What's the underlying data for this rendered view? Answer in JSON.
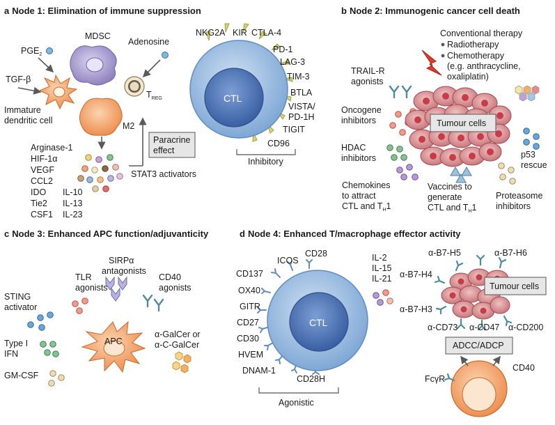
{
  "panels": {
    "a": {
      "letter": "a",
      "title": "Node 1: Elimination of immune suppression",
      "pge2": "PGE",
      "pge2_sub": "2",
      "tgfb": "TGF-β",
      "imm_dc_1": "Immature",
      "imm_dc_2": "dendritic cell",
      "mdsc": "MDSC",
      "adenosine": "Adenosine",
      "treg": "T",
      "treg_sub": "REG",
      "m2": "M2",
      "paracrine_1": "Paracrine",
      "paracrine_2": "effect",
      "stat3": "STAT3 activators",
      "factors_col1": [
        "Arginase-1",
        "HIF-1α",
        "VEGF",
        "CCL2",
        "IDO",
        "Tie2",
        "CSF1"
      ],
      "factors_col2": [
        "IL-10",
        "IL-13",
        "IL-23"
      ],
      "cell_label": "CTL",
      "receptors_left": [
        "NKG2A",
        "KIR"
      ],
      "receptors_right": [
        "CTLA-4",
        "PD-1",
        "LAG-3",
        "TIM-3",
        "BTLA",
        "VISTA/",
        "PD-1H",
        "TIGIT",
        "CD96"
      ],
      "inhibitory": "Inhibitory"
    },
    "b": {
      "letter": "b",
      "title": "Node 2: Immunogenic cancer cell death",
      "conv_therapy": "Conventional therapy",
      "radio": "Radiotherapy",
      "chemo": "Chemotherapy",
      "chemo_eg_1": "(e.g. anthracycline,",
      "chemo_eg_2": "oxaliplatin)",
      "trail_1": "TRAIL-R",
      "trail_2": "agonists",
      "oncogene_1": "Oncogene",
      "oncogene_2": "inhibitors",
      "hdac_1": "HDAC",
      "hdac_2": "inhibitors",
      "tumour": "Tumour cells",
      "p53_1": "p53",
      "p53_2": "rescue",
      "chemokines_1": "Chemokines",
      "chemokines_2": "to attract",
      "chemokines_3": "CTL and T",
      "chemokines_3_sub": "H",
      "chemokines_3_end": "1",
      "vaccines_1": "Vaccines to",
      "vaccines_2": "generate",
      "vaccines_3": "CTL and T",
      "vaccines_3_sub": "H",
      "vaccines_3_end": "1",
      "proteasome_1": "Proteasome",
      "proteasome_2": "inhibitors"
    },
    "c": {
      "letter": "c",
      "title": "Node 3: Enhanced APC function/adjuvanticity",
      "sirpa_1": "SIRPα",
      "sirpa_2": "antagonists",
      "tlr_1": "TLR",
      "tlr_2": "agonists",
      "cd40_1": "CD40",
      "cd40_2": "agonists",
      "sting_1": "STING",
      "sting_2": "activator",
      "type1_1": "Type I",
      "type1_2": "IFN",
      "gmcsf": "GM-CSF",
      "apc": "APC",
      "galcer_1": "α-GalCer or",
      "galcer_2": "α-C-GalCer"
    },
    "d": {
      "letter": "d",
      "title": "Node 4: Enhanced T/macrophage effector activity",
      "receptors": [
        "ICOS",
        "CD28",
        "CD137",
        "OX40",
        "GITR",
        "CD27",
        "CD30",
        "HVEM",
        "DNAM-1",
        "CD28H"
      ],
      "cell_label": "CTL",
      "agonistic": "Agonistic",
      "il_list": [
        "IL-2",
        "IL-15",
        "IL-21"
      ],
      "antibodies_top": [
        "α-B7-H5",
        "α-B7-H6"
      ],
      "ab_h4": "α-B7-H4",
      "ab_h3": "α-B7-H3",
      "tumour": "Tumour cells",
      "antibodies_bottom": [
        "α-CD73",
        "α-CD47",
        "α-CD200"
      ],
      "adcc": "ADCC/ADCP",
      "fcgr": "FcγR",
      "cd40": "CD40"
    }
  },
  "colors": {
    "ctl_blue": "#4c7fc0",
    "ctl_light": "#a9c6e6",
    "tumour_red": "#c4555d",
    "tumour_pink": "#e7a7a7",
    "orange": "#f0a36d",
    "mdsc_purple": "#9c93c6",
    "receptor_green": "#c5c96d",
    "antibody_teal": "#4e8aa0",
    "box_fill": "#e6e6e6"
  }
}
